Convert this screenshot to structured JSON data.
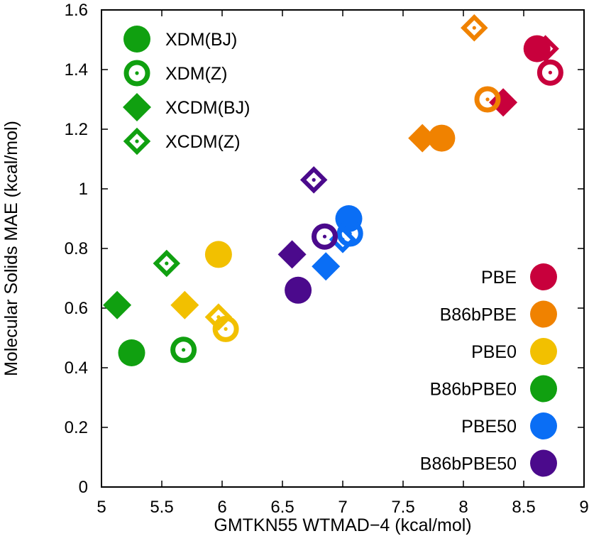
{
  "chart_data": {
    "type": "scatter",
    "xlabel": "GMTKN55 WTMAD−4 (kcal/mol)",
    "ylabel": "Molecular Solids MAE (kcal/mol)",
    "xlim": [
      5,
      9
    ],
    "ylim": [
      0,
      1.6
    ],
    "xticks": [
      "5",
      "5.5",
      "6",
      "6.5",
      "7",
      "7.5",
      "8",
      "8.5",
      "9"
    ],
    "yticks": [
      "0",
      "0.2",
      "0.4",
      "0.6",
      "0.8",
      "1",
      "1.2",
      "1.4",
      "1.6"
    ],
    "grid": false,
    "marker_legend": {
      "placement": "top-left",
      "entries": [
        {
          "label": "XDM(BJ)",
          "marker": "filled-circle"
        },
        {
          "label": "XDM(Z)",
          "marker": "open-circle-dot"
        },
        {
          "label": "XCDM(BJ)",
          "marker": "filled-diamond"
        },
        {
          "label": "XCDM(Z)",
          "marker": "open-diamond-dot"
        }
      ]
    },
    "color_legend": {
      "placement": "bottom-right",
      "entries": [
        {
          "label": "PBE",
          "color": "#c8003c"
        },
        {
          "label": "B86bPBE",
          "color": "#f08200"
        },
        {
          "label": "PBE0",
          "color": "#f2c000"
        },
        {
          "label": "B86bPBE0",
          "color": "#10a010"
        },
        {
          "label": "PBE50",
          "color": "#0a6ef5"
        },
        {
          "label": "B86bPBE50",
          "color": "#4b0a8c"
        }
      ]
    },
    "series": [
      {
        "functional": "PBE",
        "color": "#c8003c",
        "points": [
          {
            "method": "XDM(BJ)",
            "x": 8.61,
            "y": 1.47
          },
          {
            "method": "XDM(Z)",
            "x": 8.72,
            "y": 1.39
          },
          {
            "method": "XCDM(BJ)",
            "x": 8.33,
            "y": 1.29
          },
          {
            "method": "XCDM(Z)",
            "x": 8.68,
            "y": 1.47
          }
        ]
      },
      {
        "functional": "B86bPBE",
        "color": "#f08200",
        "points": [
          {
            "method": "XDM(BJ)",
            "x": 7.82,
            "y": 1.17
          },
          {
            "method": "XDM(Z)",
            "x": 8.2,
            "y": 1.3
          },
          {
            "method": "XCDM(BJ)",
            "x": 7.66,
            "y": 1.17
          },
          {
            "method": "XCDM(Z)",
            "x": 8.09,
            "y": 1.54
          }
        ]
      },
      {
        "functional": "PBE0",
        "color": "#f2c000",
        "points": [
          {
            "method": "XDM(BJ)",
            "x": 5.97,
            "y": 0.78
          },
          {
            "method": "XDM(Z)",
            "x": 6.03,
            "y": 0.53
          },
          {
            "method": "XCDM(BJ)",
            "x": 5.69,
            "y": 0.61
          },
          {
            "method": "XCDM(Z)",
            "x": 5.97,
            "y": 0.57
          }
        ]
      },
      {
        "functional": "B86bPBE0",
        "color": "#10a010",
        "points": [
          {
            "method": "XDM(BJ)",
            "x": 5.25,
            "y": 0.45
          },
          {
            "method": "XDM(Z)",
            "x": 5.68,
            "y": 0.46
          },
          {
            "method": "XCDM(BJ)",
            "x": 5.13,
            "y": 0.61
          },
          {
            "method": "XCDM(Z)",
            "x": 5.54,
            "y": 0.75
          }
        ]
      },
      {
        "functional": "PBE50",
        "color": "#0a6ef5",
        "points": [
          {
            "method": "XDM(BJ)",
            "x": 7.05,
            "y": 0.9
          },
          {
            "method": "XDM(Z)",
            "x": 7.06,
            "y": 0.85
          },
          {
            "method": "XCDM(BJ)",
            "x": 6.86,
            "y": 0.74
          },
          {
            "method": "XCDM(Z)",
            "x": 7.0,
            "y": 0.83
          }
        ]
      },
      {
        "functional": "B86bPBE50",
        "color": "#4b0a8c",
        "points": [
          {
            "method": "XDM(BJ)",
            "x": 6.63,
            "y": 0.66
          },
          {
            "method": "XDM(Z)",
            "x": 6.85,
            "y": 0.84
          },
          {
            "method": "XCDM(BJ)",
            "x": 6.58,
            "y": 0.78
          },
          {
            "method": "XCDM(Z)",
            "x": 6.76,
            "y": 1.03
          }
        ]
      }
    ]
  }
}
